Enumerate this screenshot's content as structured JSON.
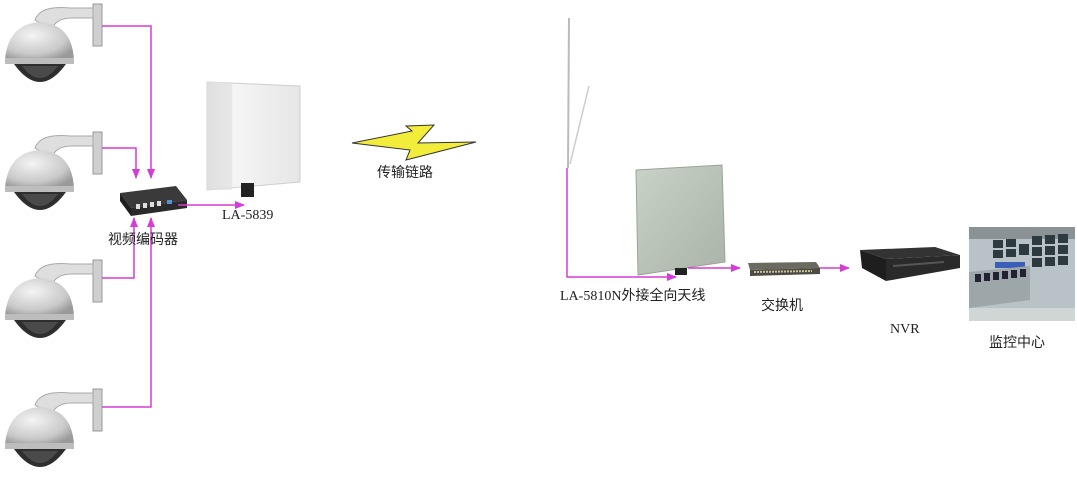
{
  "diagram": {
    "title": "Wireless video surveillance transmission topology",
    "wire_color": "#d63bd6",
    "bolt_color": "#f2ec3a",
    "labels": {
      "encoder": "视频编码器",
      "tx_antenna": "LA-5839",
      "link": "传输链路",
      "rx_antenna": "LA-5810N外接全向天线",
      "switch": "交换机",
      "nvr": "NVR",
      "monitor_center": "监控中心"
    },
    "nodes": [
      {
        "id": "camera-1",
        "type": "dome-camera"
      },
      {
        "id": "camera-2",
        "type": "dome-camera"
      },
      {
        "id": "camera-3",
        "type": "dome-camera"
      },
      {
        "id": "camera-4",
        "type": "dome-camera"
      },
      {
        "id": "encoder",
        "type": "video-encoder",
        "label": "视频编码器"
      },
      {
        "id": "tx-antenna",
        "type": "panel-antenna",
        "label": "LA-5839"
      },
      {
        "id": "link",
        "type": "wireless-link",
        "label": "传输链路"
      },
      {
        "id": "omni-antenna",
        "type": "omni-antenna"
      },
      {
        "id": "rx-antenna",
        "type": "panel-antenna",
        "label": "LA-5810N外接全向天线"
      },
      {
        "id": "switch",
        "type": "network-switch",
        "label": "交换机"
      },
      {
        "id": "nvr",
        "type": "nvr",
        "label": "NVR"
      },
      {
        "id": "monitor-center",
        "type": "control-room",
        "label": "监控中心"
      }
    ],
    "edges": [
      [
        "camera-1",
        "encoder"
      ],
      [
        "camera-2",
        "encoder"
      ],
      [
        "camera-3",
        "encoder"
      ],
      [
        "camera-4",
        "encoder"
      ],
      [
        "encoder",
        "tx-antenna"
      ],
      [
        "tx-antenna",
        "rx-antenna"
      ],
      [
        "omni-antenna",
        "rx-antenna"
      ],
      [
        "rx-antenna",
        "switch"
      ],
      [
        "switch",
        "nvr"
      ]
    ]
  }
}
